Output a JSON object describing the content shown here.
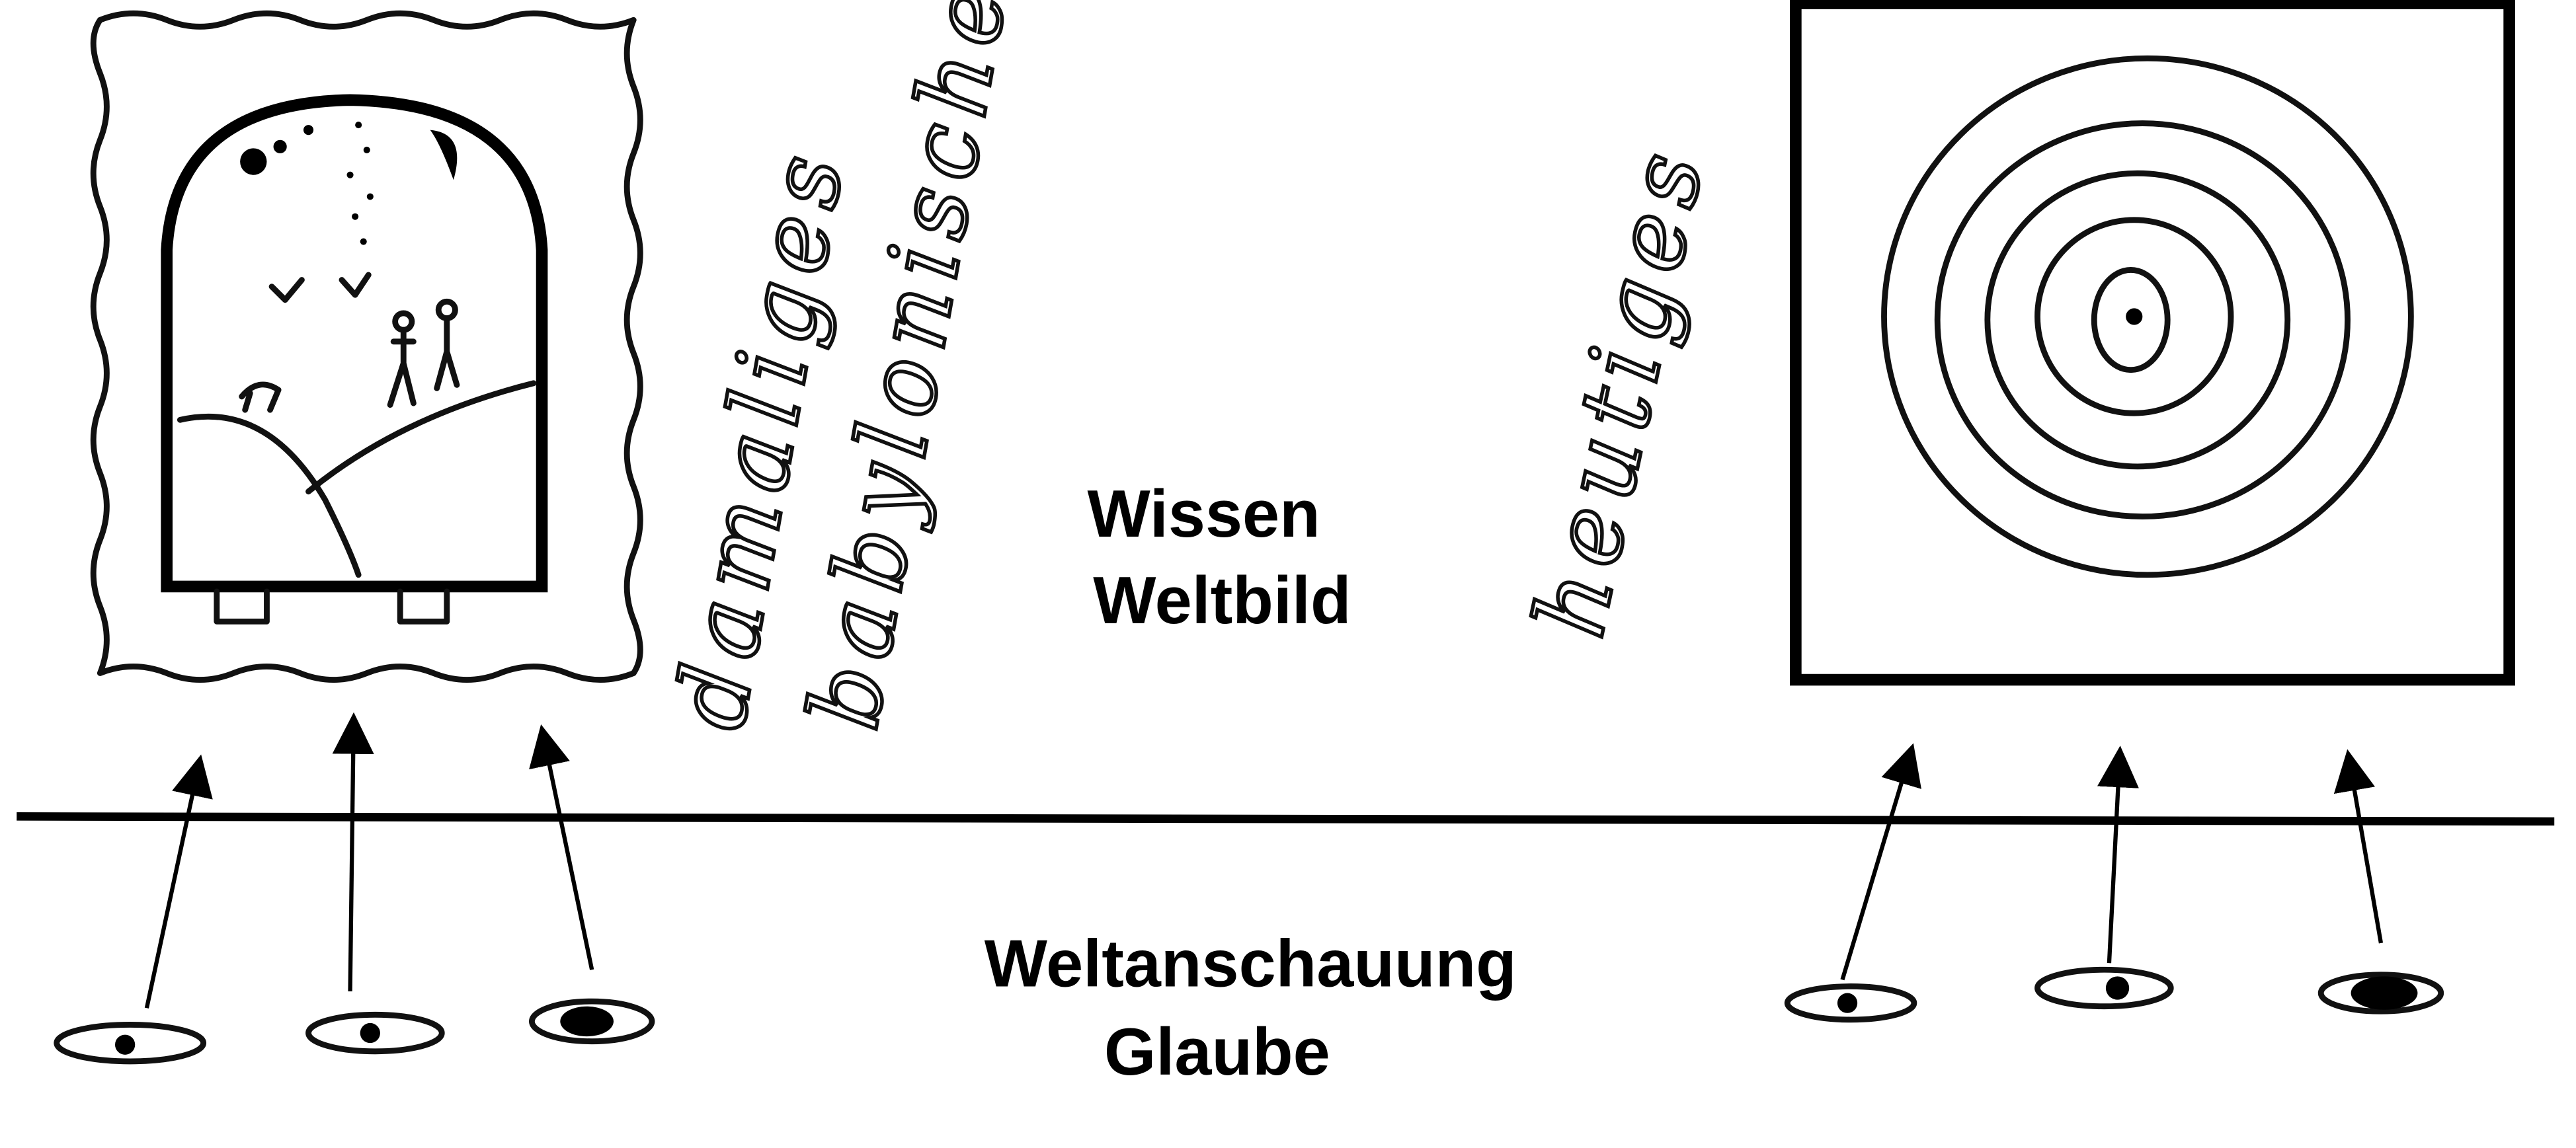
{
  "center": {
    "upper": [
      "Wissen",
      "Weltbild"
    ],
    "lower": [
      "Weltanschauung",
      "Glaube"
    ]
  },
  "left": {
    "handwritten": [
      "damaliges",
      "babylonisches"
    ]
  },
  "right": {
    "handwritten": "heutiges"
  },
  "colors": {
    "ink": "#000000",
    "background": "#ffffff"
  }
}
